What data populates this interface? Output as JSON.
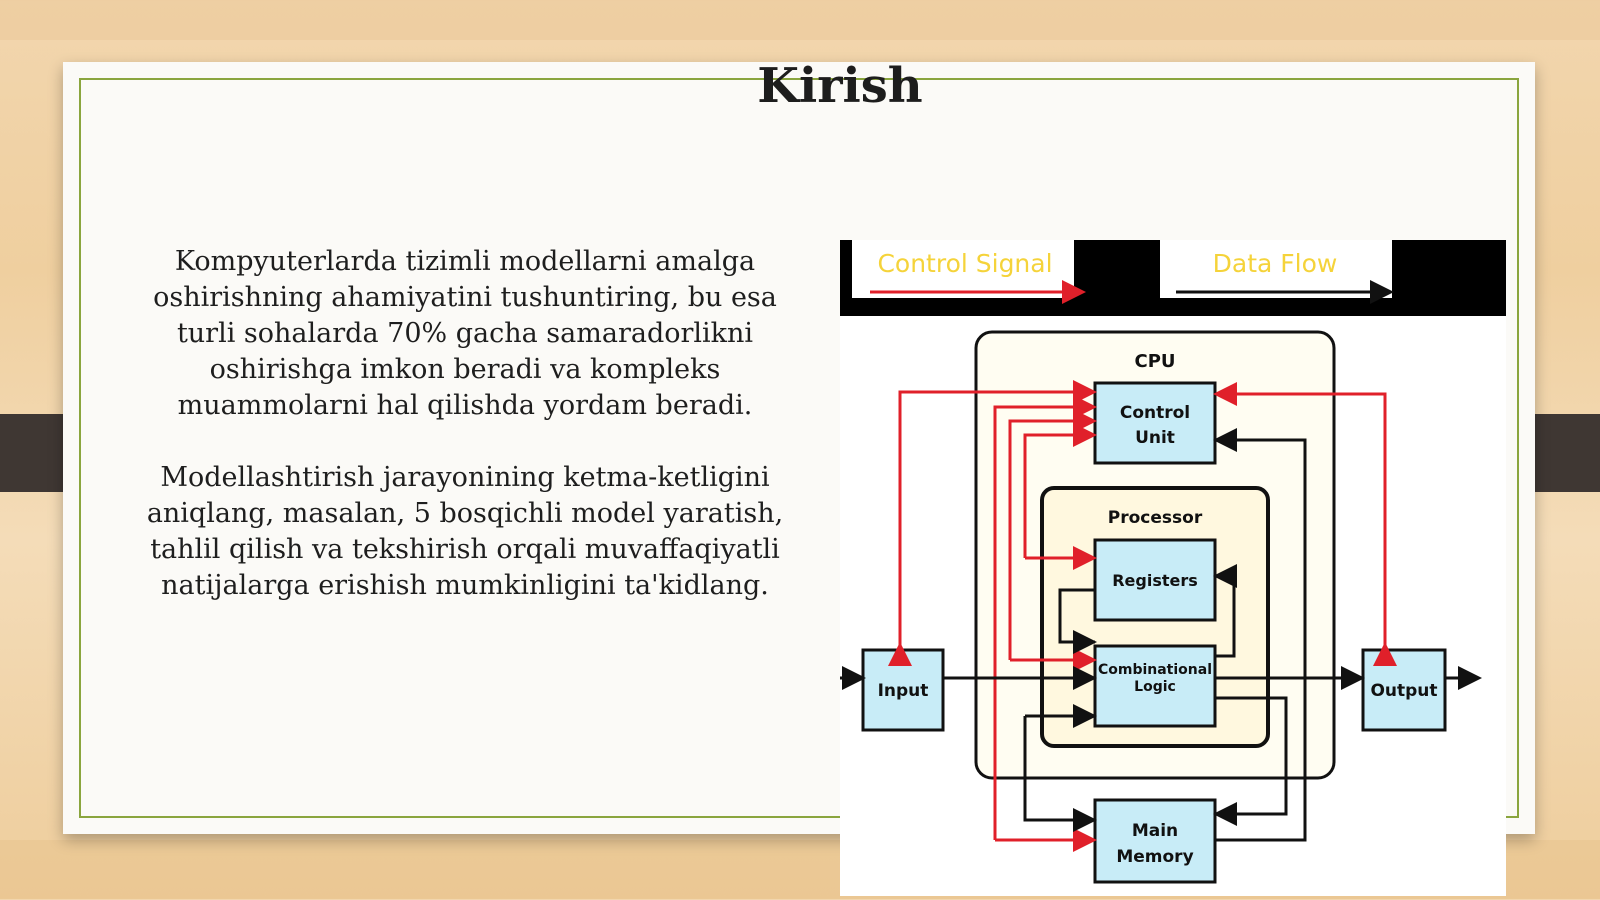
{
  "slide": {
    "title": "Kirish",
    "paragraphs": [
      "Kompyuterlarda tizimli modellarni amalga oshirishning ahamiyatini tushuntiring, bu esa turli sohalarda 70% gacha samaradorlikni oshirishga imkon beradi va kompleks muammolarni hal qilishda yordam beradi.",
      "Modellashtirish jarayonining ketma-ketligini aniqlang, masalan, 5 bosqichli model yaratish, tahlil qilish va tekshirish orqali muvaffaqiyatli natijalarga erishish mumkinligini ta'kidlang."
    ]
  },
  "diagram": {
    "legend": {
      "control_signal": "Control Signal",
      "data_flow": "Data Flow"
    },
    "cpu_label": "CPU",
    "processor_label": "Processor",
    "blocks": {
      "control_unit": [
        "Control",
        "Unit"
      ],
      "registers": "Registers",
      "combinational_logic": [
        "Combinational",
        "Logic"
      ],
      "input": "Input",
      "output": "Output",
      "main_memory": [
        "Main",
        "Memory"
      ]
    },
    "colors": {
      "control_signal": "#e0202a",
      "data_flow": "#111111",
      "block_fill": "#c8ecf7",
      "legend_text": "#f5d33a",
      "processor_fill": "#fff8df",
      "slide_border": "#8aa53e"
    }
  }
}
